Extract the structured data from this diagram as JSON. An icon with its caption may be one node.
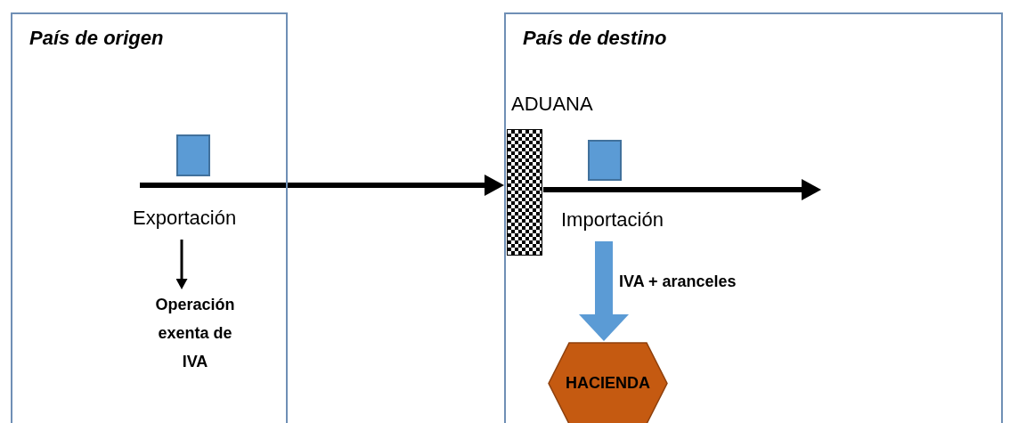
{
  "diagram": {
    "nodes": [
      {
        "text": [
          "País de origen"
        ]
      },
      {
        "text": [],
        "shape": "box",
        "in": 0
      },
      {
        "text": [
          "Exportación"
        ],
        "in": 0
      },
      {
        "text": [
          "Operación exenta de IVA"
        ],
        "in": 0
      },
      {
        "text": [
          "País de destino"
        ]
      },
      {
        "text": [
          "ADUANA"
        ],
        "in": 4
      },
      {
        "text": [],
        "shape": "box",
        "in": 4
      },
      {
        "text": [
          "Importación"
        ],
        "in": 4
      },
      {
        "text": [
          "HACIENDA"
        ],
        "in": 4
      }
    ],
    "edges": [
      {
        "from": null,
        "to": 5,
        "arrow": "to"
      },
      {
        "from": 5,
        "to": null,
        "arrow": "to"
      },
      {
        "from": 2,
        "to": 3,
        "arrow": "to"
      },
      {
        "from": 7,
        "to": 8,
        "arrow": "to",
        "label": "IVA + aranceles",
        "style": "thick",
        "color": "#5b9bd5"
      }
    ]
  }
}
